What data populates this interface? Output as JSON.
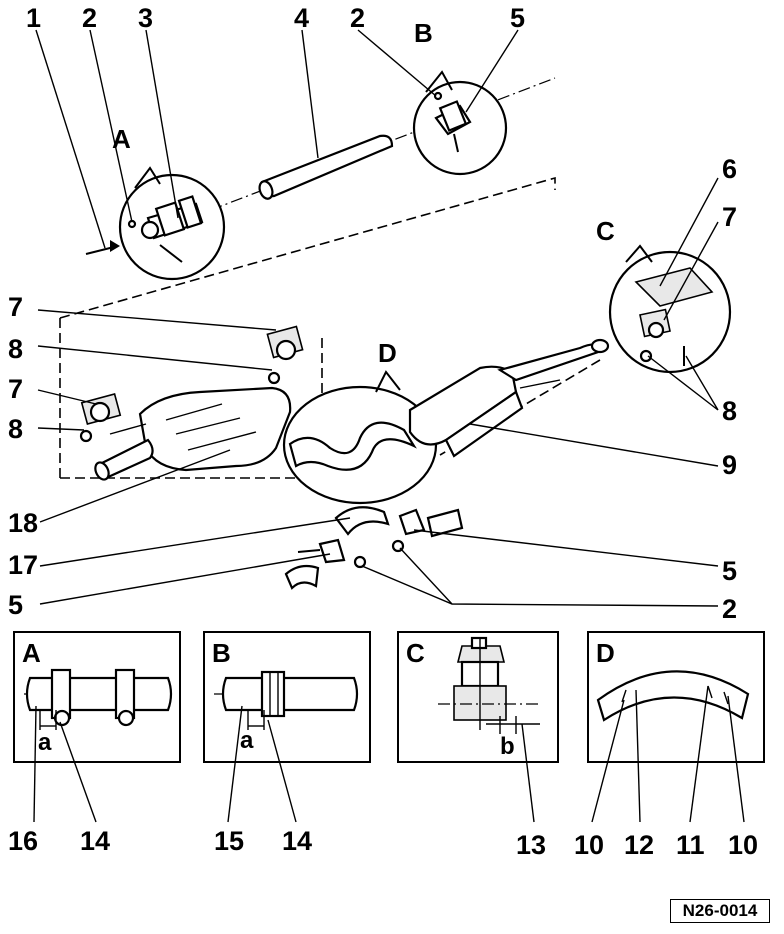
{
  "callouts": {
    "n1": "1",
    "n2a": "2",
    "n3": "3",
    "n4": "4",
    "n2b": "2",
    "n5a": "5",
    "n6": "6",
    "n7a": "7",
    "n7b": "7",
    "n8a": "8",
    "n7c": "7",
    "n8b": "8",
    "n8c": "8",
    "n9": "9",
    "n18": "18",
    "n17": "17",
    "n5b": "5",
    "n5c": "5",
    "n2c": "2"
  },
  "detail_letters": {
    "A": "A",
    "B": "B",
    "C": "C",
    "D": "D"
  },
  "detail_panels": {
    "A": {
      "letter": "A",
      "dim": "a",
      "labels": [
        "16",
        "14"
      ]
    },
    "B": {
      "letter": "B",
      "dim": "a",
      "labels": [
        "15",
        "14"
      ]
    },
    "C": {
      "letter": "C",
      "dim": "b",
      "labels": [
        "13"
      ]
    },
    "D": {
      "letter": "D",
      "labels": [
        "10",
        "12",
        "11",
        "10"
      ]
    }
  },
  "reference_code": "N26-0014"
}
